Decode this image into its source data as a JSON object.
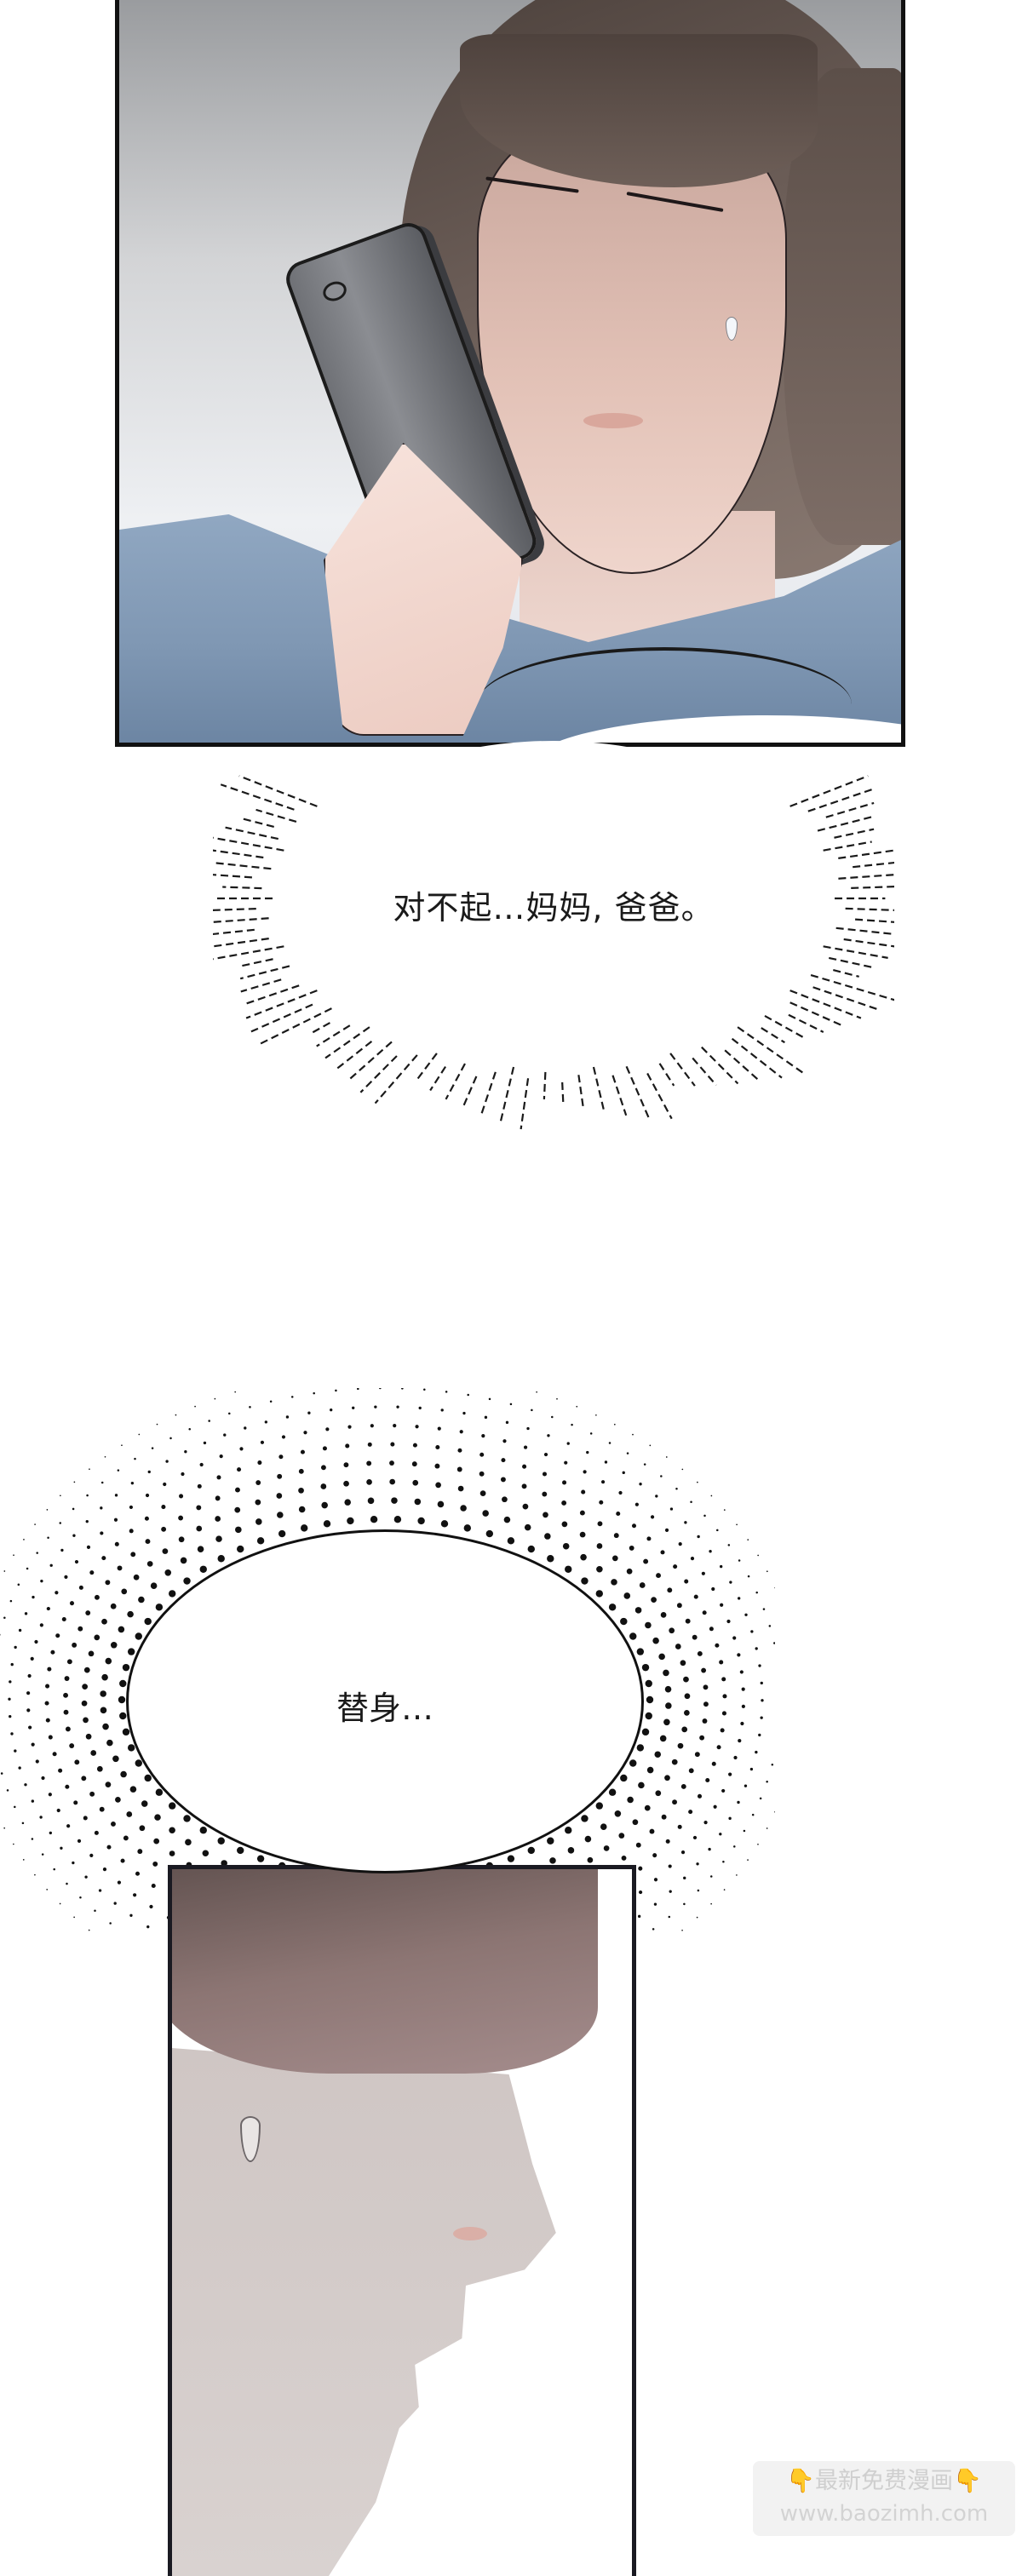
{
  "page": {
    "type": "comic-strip-page",
    "background": "#ffffff",
    "panels": [
      {
        "id": "panel-1",
        "description": "Woman with long brown hair, eyes closed, sweat drop, holding dark gray phone, blue shirt",
        "colors": {
          "shirt": "#7f97b3",
          "hair": "#5c4f49",
          "phone": "#6f7176",
          "border": "#111111"
        }
      },
      {
        "id": "panel-2",
        "description": "Side profile of a person with mauve-brown hair and sweat drop",
        "colors": {
          "hair": "#8c7573",
          "skin": "#cfc6c4",
          "border": "#1a1a22"
        }
      }
    ],
    "bubbles": [
      {
        "id": "bubble-1",
        "style": "radial-dashed-lines",
        "text": "对不起…妈妈, 爸爸。"
      },
      {
        "id": "bubble-2",
        "style": "halftone-dotted-burst",
        "text": "替身…"
      }
    ],
    "watermark": {
      "line1_icon_left": "👇",
      "line1_text": "最新免费漫画",
      "line1_icon_right": "👇",
      "line2_text": "www.baozimh.com"
    }
  }
}
